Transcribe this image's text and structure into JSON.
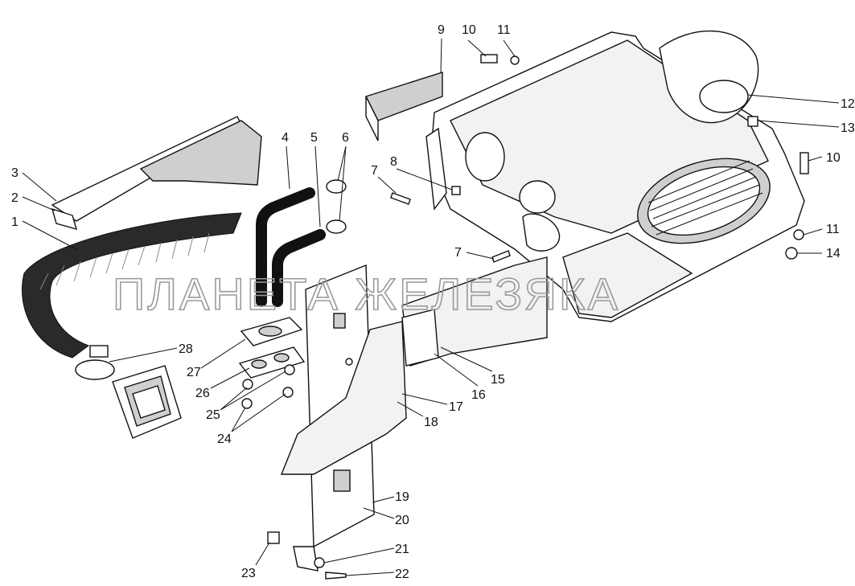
{
  "watermark": "ПЛАНЕТА ЖЕЛЕЗЯКА",
  "callouts": [
    "1",
    "2",
    "3",
    "4",
    "5",
    "6",
    "7",
    "7",
    "8",
    "9",
    "10",
    "10",
    "11",
    "11",
    "12",
    "13",
    "14",
    "15",
    "16",
    "17",
    "18",
    "19",
    "20",
    "21",
    "22",
    "23",
    "24",
    "25",
    "26",
    "27",
    "28"
  ]
}
